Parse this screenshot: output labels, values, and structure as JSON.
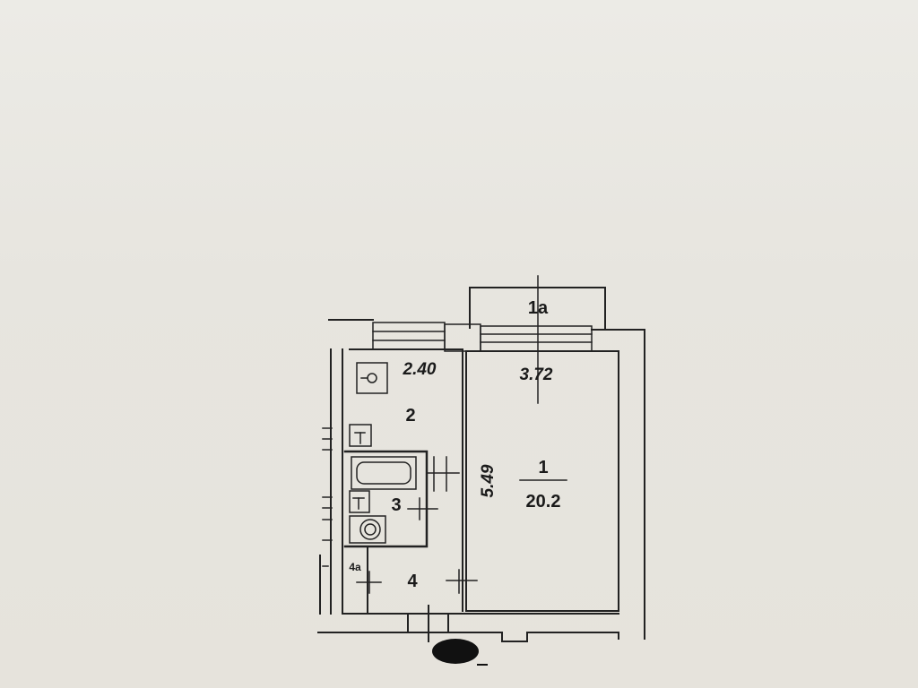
{
  "plan": {
    "balcony_label": "1a",
    "dim_kitchen_width": "2.40",
    "dim_room_width": "3.72",
    "dim_room_length": "5.49",
    "room1_number": "1",
    "room1_area": "20.2",
    "room2_number": "2",
    "room3_number": "3",
    "room4_number": "4",
    "room4a_number": "4a"
  }
}
